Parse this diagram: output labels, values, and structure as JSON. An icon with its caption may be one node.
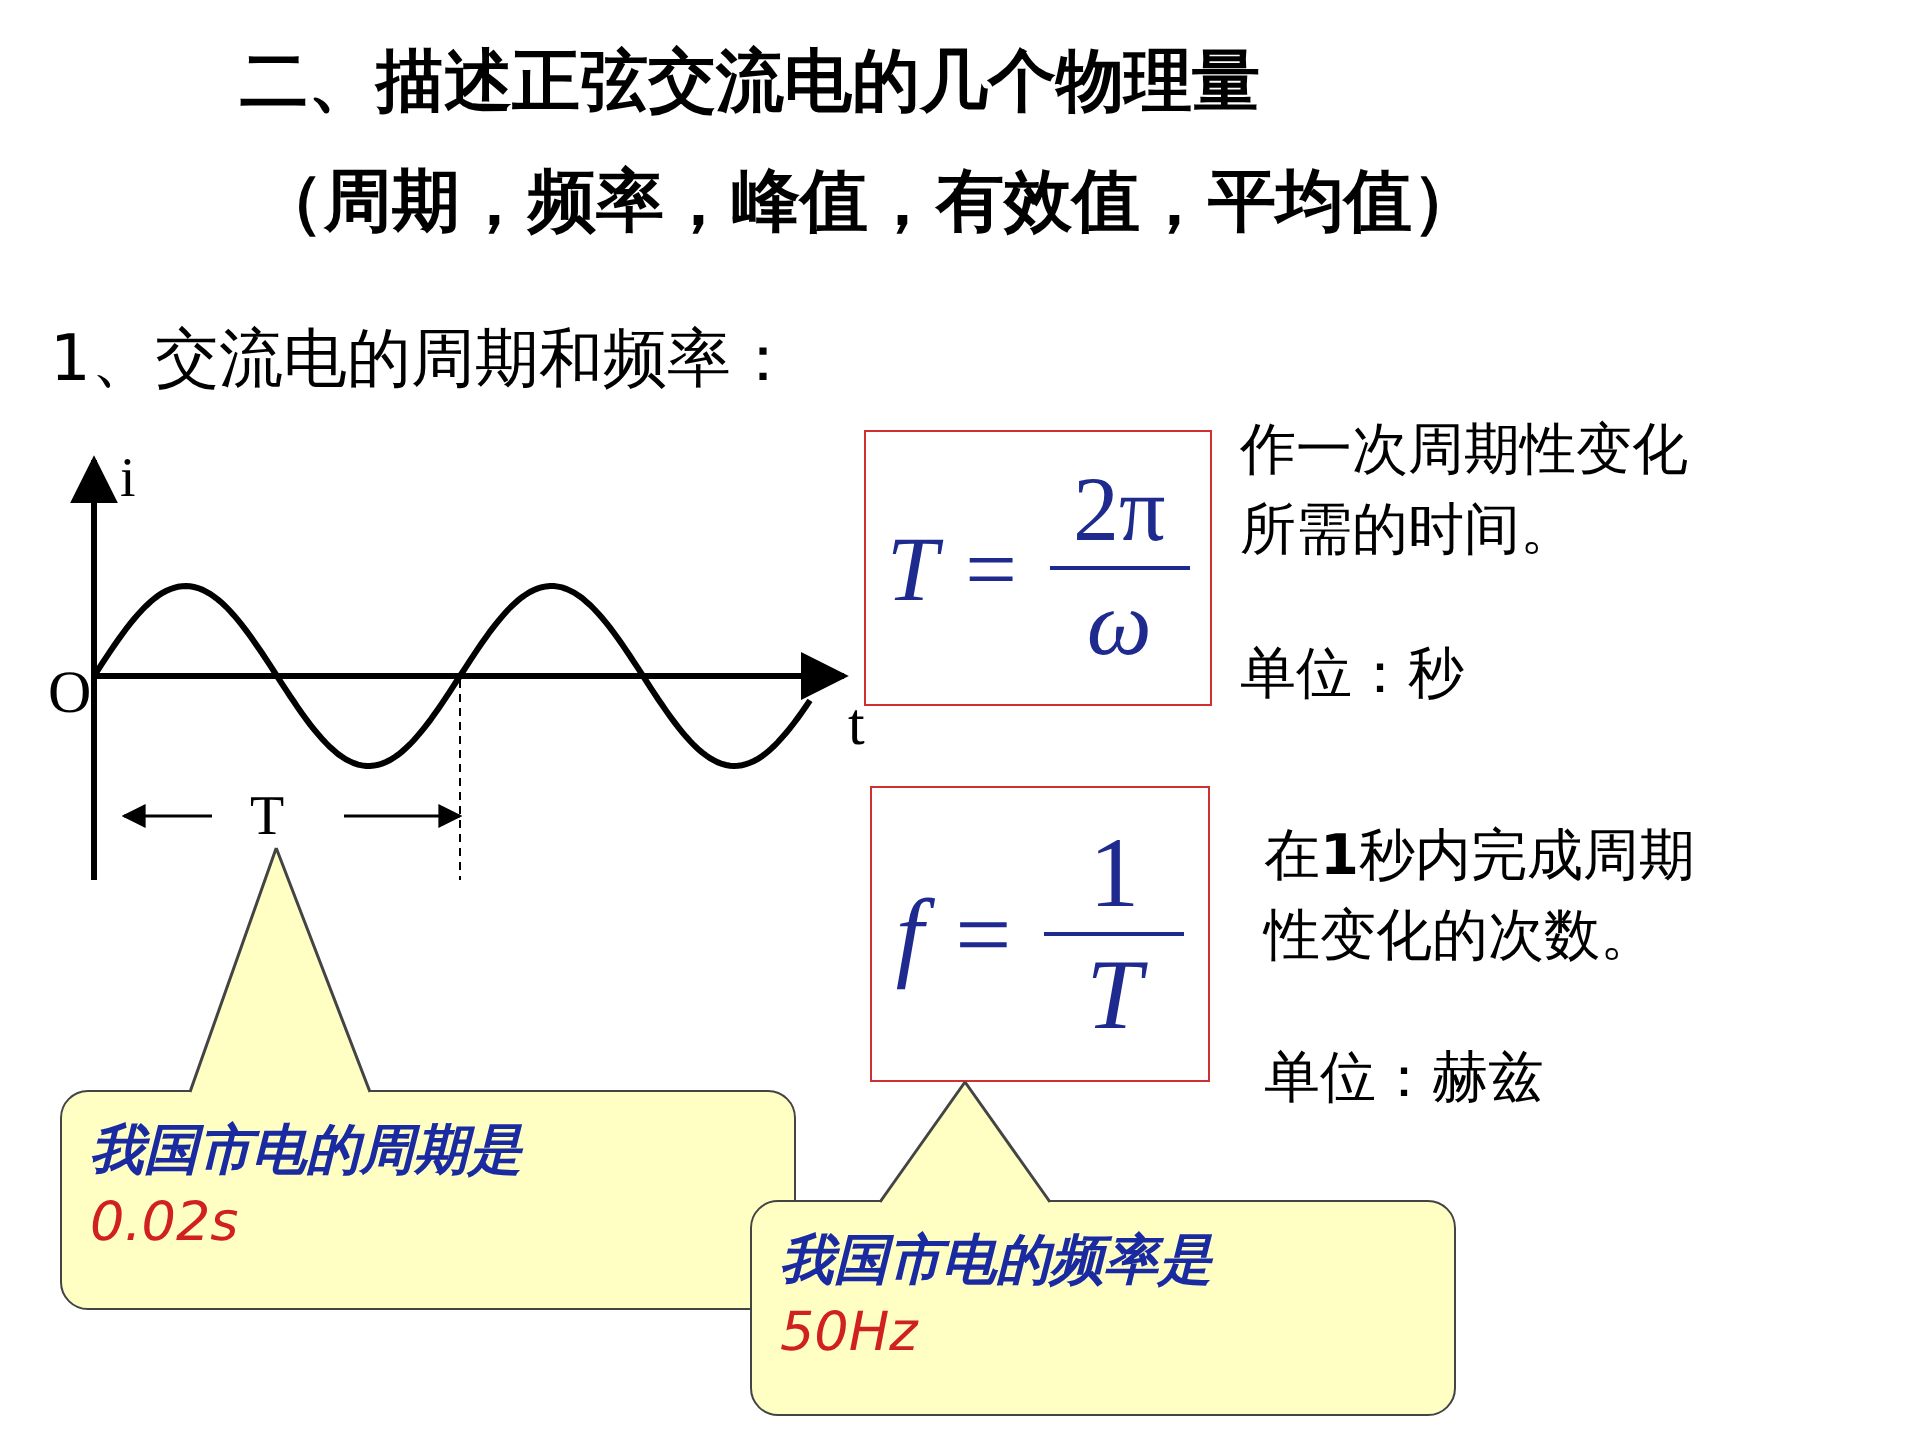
{
  "diagram": {
    "title": "二、描述正弦交流电的几个物理量",
    "nodes": [
      {
        "text": [
          "T =",
          "2π",
          "ω"
        ],
        "beside": [
          "作一次周期性变化所需的时间。",
          "单位：秒"
        ]
      },
      {
        "text": [
          "f =",
          "1",
          "T"
        ],
        "beside": [
          "在**1**秒内完成周期性变化的次数。",
          "单位：赫兹"
        ]
      },
      {
        "text": [
          "T"
        ]
      },
      {
        "text": [
          "我国市电的周期是",
          "0.02s"
        ]
      },
      {
        "text": [
          "我国市电的频率是",
          "50Hz"
        ]
      }
    ],
    "edges": [
      {
        "from": 3,
        "to": 2,
        "arrow": "none"
      },
      {
        "from": 4,
        "to": 1,
        "arrow": "none"
      }
    ],
    "labels": [
      "（周期，频率，峰值，有效值，平均值）",
      "1、交流电的周期和频率：",
      "i",
      "O",
      "t"
    ]
  }
}
